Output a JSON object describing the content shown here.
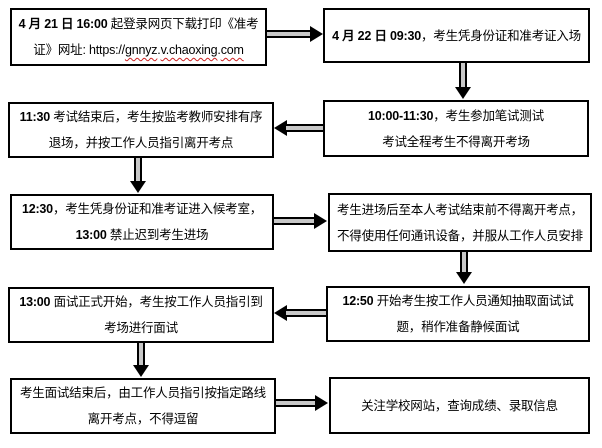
{
  "flow": {
    "steps": [
      {
        "time": "4 月 21 日 16:00",
        "text": " 起登录网页下载打印《准考证》网址: ",
        "url_scheme": "https://",
        "url_part1": "gnnyz",
        "url_sep1": ".",
        "url_part2": "v.chaoxing",
        "url_sep2": ".",
        "url_part3": "com"
      },
      {
        "time": "4 月 22 日 09:30",
        "text": "，考生凭身份证和准考证入场"
      },
      {
        "time": "10:00-11:30",
        "text": "，考生参加笔试测试",
        "line2": "考试全程考生不得离开考场"
      },
      {
        "time": "11:30",
        "text": " 考试结束后，考生按监考教师安排有序退场，并按工作人员指引离开考点"
      },
      {
        "time": "12:30",
        "text": "，考生凭身份证和准考证进入候考室，",
        "time2": "13:00",
        "text2": " 禁止迟到考生进场"
      },
      {
        "text": "考生进场后至本人考试结束前不得离开考点，不得使用任何通讯设备，并服从工作人员安排"
      },
      {
        "time": "12:50",
        "text": " 开始考生按工作人员通知抽取面试试题，稍作准备静候面试"
      },
      {
        "time": "13:00",
        "text": " 面试正式开始，考生按工作人员指引到考场进行面试"
      },
      {
        "text": "考生面试结束后，由工作人员指引按指定路线离开考点，不得逗留"
      },
      {
        "text": "关注学校网站，查询成绩、录取信息"
      }
    ]
  },
  "colors": {
    "border": "#000000",
    "arrow_fill": "#c8c8c8",
    "spellcheck_underline": "#cc2222"
  }
}
